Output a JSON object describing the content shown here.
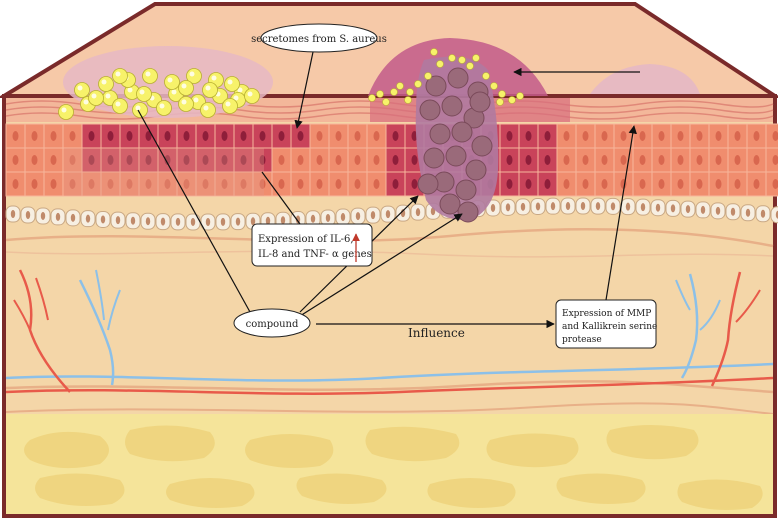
{
  "labels": {
    "secretomes": "secretomes from S. aureus",
    "expr_il_line1": "Expression of IL-6,",
    "expr_il_line2": "IL-8 and TNF- α  genes",
    "compound": "compound",
    "influence": "Influence",
    "expr_mmp_line1": "Expression of MMP",
    "expr_mmp_line2": "and Kallikrein serine",
    "expr_mmp_line3": "protease"
  },
  "colors": {
    "frame": "#7a2a2a",
    "stratum_corneum": "#f6c9a8",
    "keratinocyte": "#f08d6e",
    "inflamed": "#c9435a",
    "dermis": "#f4d6a8",
    "subcutis": "#f5e49a",
    "artery": "#e85a4a",
    "vein": "#8cc0e8",
    "bacteria": "#f7f26a",
    "lesion": "#9a5c7a",
    "upregulation_arrow": "#c0392b"
  }
}
